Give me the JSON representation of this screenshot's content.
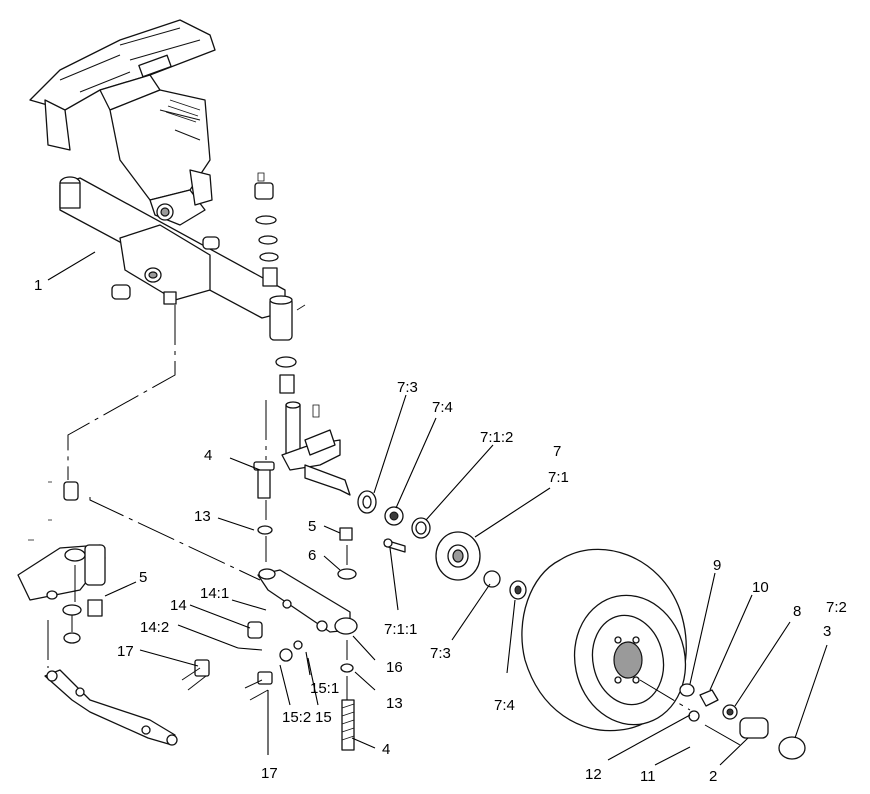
{
  "callouts": [
    {
      "id": "c1",
      "text": "1"
    },
    {
      "id": "c2",
      "text": "2"
    },
    {
      "id": "c3",
      "text": "3"
    },
    {
      "id": "c4a",
      "text": "4"
    },
    {
      "id": "c4b",
      "text": "4"
    },
    {
      "id": "c5a",
      "text": "5"
    },
    {
      "id": "c5b",
      "text": "5"
    },
    {
      "id": "c6",
      "text": "6"
    },
    {
      "id": "c7",
      "text": "7"
    },
    {
      "id": "c7_1",
      "text": "7:1"
    },
    {
      "id": "c7_1_1",
      "text": "7:1:1"
    },
    {
      "id": "c7_1_2",
      "text": "7:1:2"
    },
    {
      "id": "c7_2",
      "text": "7:2"
    },
    {
      "id": "c7_3a",
      "text": "7:3"
    },
    {
      "id": "c7_3b",
      "text": "7:3"
    },
    {
      "id": "c7_4a",
      "text": "7:4"
    },
    {
      "id": "c7_4b",
      "text": "7:4"
    },
    {
      "id": "c8",
      "text": "8"
    },
    {
      "id": "c9",
      "text": "9"
    },
    {
      "id": "c10",
      "text": "10"
    },
    {
      "id": "c11",
      "text": "11"
    },
    {
      "id": "c12",
      "text": "12"
    },
    {
      "id": "c13a",
      "text": "13"
    },
    {
      "id": "c13b",
      "text": "13"
    },
    {
      "id": "c14",
      "text": "14"
    },
    {
      "id": "c14_1",
      "text": "14:1"
    },
    {
      "id": "c14_2",
      "text": "14:2"
    },
    {
      "id": "c15",
      "text": "15"
    },
    {
      "id": "c15_1",
      "text": "15:1"
    },
    {
      "id": "c15_2",
      "text": "15:2"
    },
    {
      "id": "c16",
      "text": "16"
    },
    {
      "id": "c17a",
      "text": "17"
    },
    {
      "id": "c17b",
      "text": "17"
    }
  ]
}
